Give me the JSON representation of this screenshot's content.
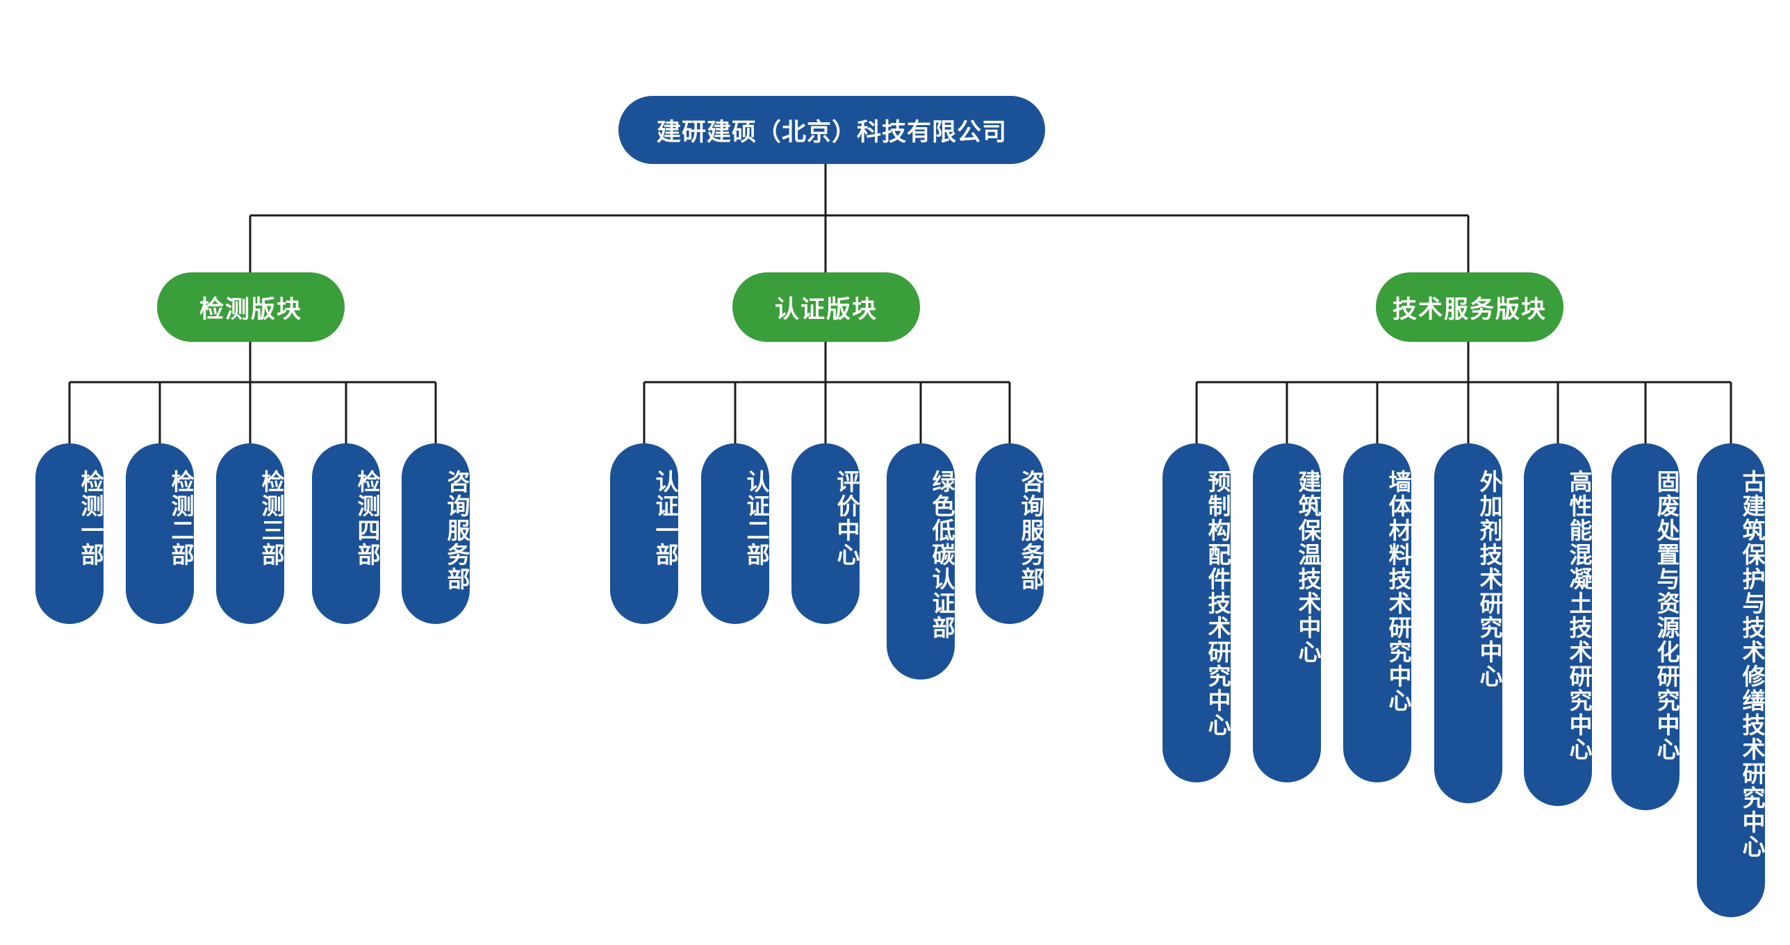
{
  "root": {
    "label": "建研建硕（北京）科技有限公司"
  },
  "blocks": [
    {
      "label": "检测版块",
      "departments": [
        "检测一部",
        "检测二部",
        "检测三部",
        "检测四部",
        "咨询服务部"
      ]
    },
    {
      "label": "认证版块",
      "departments": [
        "认证一部",
        "认证二部",
        "评价中心",
        "绿色低碳认证部",
        "咨询服务部"
      ]
    },
    {
      "label": "技术服务版块",
      "departments": [
        "预制构配件技术研究中心",
        "建筑保温技术中心",
        "墙体材料技术研究中心",
        "外加剂技术研究中心",
        "高性能混凝土技术研究中心",
        "固废处置与资源化研究中心",
        "古建筑保护与技术修缮技术研究中心"
      ]
    }
  ],
  "colors": {
    "root": "#1b5197",
    "block": "#3a9e3a",
    "department": "#1b5197",
    "connector": "#1a1a1a"
  }
}
